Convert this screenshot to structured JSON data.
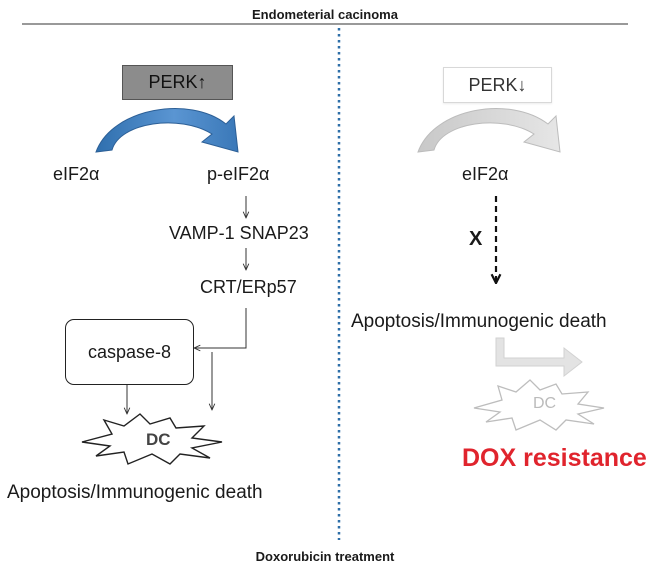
{
  "header": {
    "title": "Endometerial cacinoma"
  },
  "footer": {
    "title": "Doxorubicin treatment"
  },
  "left_panel": {
    "perk_box": "PERK↑",
    "eif2a": "eIF2α",
    "p_eif2a": "p-eIF2α",
    "vamp": "VAMP-1 SNAP23",
    "crt": "CRT/ERp57",
    "caspase": "caspase-8",
    "dc": "DC",
    "outcome": "Apoptosis/Immunogenic death"
  },
  "right_panel": {
    "perk_box": "PERK↓",
    "eif2a": "eIF2α",
    "block_mark": "X",
    "outcome": "Apoptosis/Immunogenic death",
    "dc": "DC",
    "resistance": "DOX resistance"
  },
  "colors": {
    "arrow_blue": "#4a86c5",
    "arrow_gray": "#d0d0d0",
    "divider": "#2e6fa8",
    "resistance_red": "#e0242d",
    "perk_up_fill": "#8c8c8c"
  }
}
